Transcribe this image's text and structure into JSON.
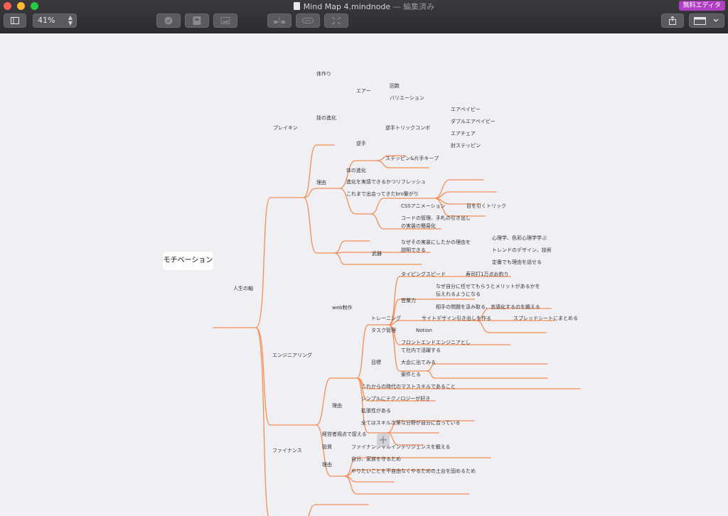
{
  "window": {
    "title": "Mind Map 4.mindnode",
    "status": "— 編集済み",
    "promo_label": "無料エディタ",
    "zoom": "41%"
  },
  "toolbar": {
    "icons": [
      "sidebar-icon",
      "check-icon",
      "note-icon",
      "image-icon",
      "add-child-icon",
      "add-sibling-icon",
      "focus-icon",
      "share-icon",
      "outline-view-icon"
    ]
  },
  "colors": {
    "branch": "#f28d55",
    "accent_promo": "#b13fc4"
  },
  "mindmap": {
    "root": "モチベーション",
    "main": "人生の軸",
    "breaking": {
      "label": "ブレイキン",
      "body": "体作り",
      "tech": {
        "label": "技の進化",
        "air": {
          "label": "エアー",
          "items": [
            "回数",
            "バリエーション"
          ]
        },
        "reverse": {
          "label": "逆手",
          "combo": {
            "label": "逆手トリックコンボ",
            "items": [
              "エアベイビー",
              "ダブルエアベイビー",
              "エアチェア",
              "肘ステッピン"
            ]
          },
          "step": "ステッピン&片手キープ"
        }
      },
      "reason": {
        "label": "理由",
        "items": [
          "体の進化",
          "進化を実感できるかつリフレッシュ",
          "これまで出会ってきたbro繋がり"
        ]
      }
    },
    "engineering": {
      "label": "エンジニアリング",
      "web": {
        "label": "web制作",
        "weapon": {
          "label": "武器",
          "css": "CSSアニメーション",
          "css_child": "目を引くトリック",
          "code_l1": "コードの管理、手札の引き出し",
          "code_l2": "の実装の簡易化",
          "why_l1": "なぜその実装にしたかの理由を",
          "why_l2": "説明できる",
          "why_items": [
            "心理学、色彩心理学学ぶ",
            "トレンドのデザイン、技術",
            "定番でも理由を話せる"
          ],
          "typing": "タイピングスピード",
          "typing_child": "寿司打1万点お釣り",
          "sales": {
            "label": "営業力",
            "i1_l1": "なぜ自分に任せてもらうとメリットがあるかを",
            "i1_l2": "伝えれるようになる",
            "i2": "相手の問題を汲み取る、言語化するのを鍛える"
          }
        },
        "training": {
          "label": "トレーニング",
          "child": "サイトデザイン引き出しを作る",
          "grandchild": "スプレッドシートにまとめる"
        },
        "task": {
          "label": "タスク管理",
          "child": "Notion"
        },
        "goal": {
          "label": "目標",
          "fe_l1": "フロントエンドエンジニアとし",
          "fe_l2": "て社内で活躍する",
          "items": [
            "大会に出てみる",
            "案件とる"
          ]
        }
      },
      "reason": {
        "label": "理由",
        "items": [
          "これからの時代のマストスキルであること",
          "シンプルにテクノロジーが好き",
          "拡張性がある",
          "全てはスキル次第な分野が自分に合っている"
        ]
      }
    },
    "finance": {
      "label": "ファイナンス",
      "items": [
        "経営者視点で捉える"
      ],
      "invest": {
        "label": "投資",
        "child": "ファイナンシャルインテリジェンスを鍛える"
      },
      "reason": {
        "label": "理由",
        "items": [
          "自分、家族を守るため",
          "やりたいことを不自由なくやるための土台を固めるため"
        ]
      }
    }
  }
}
